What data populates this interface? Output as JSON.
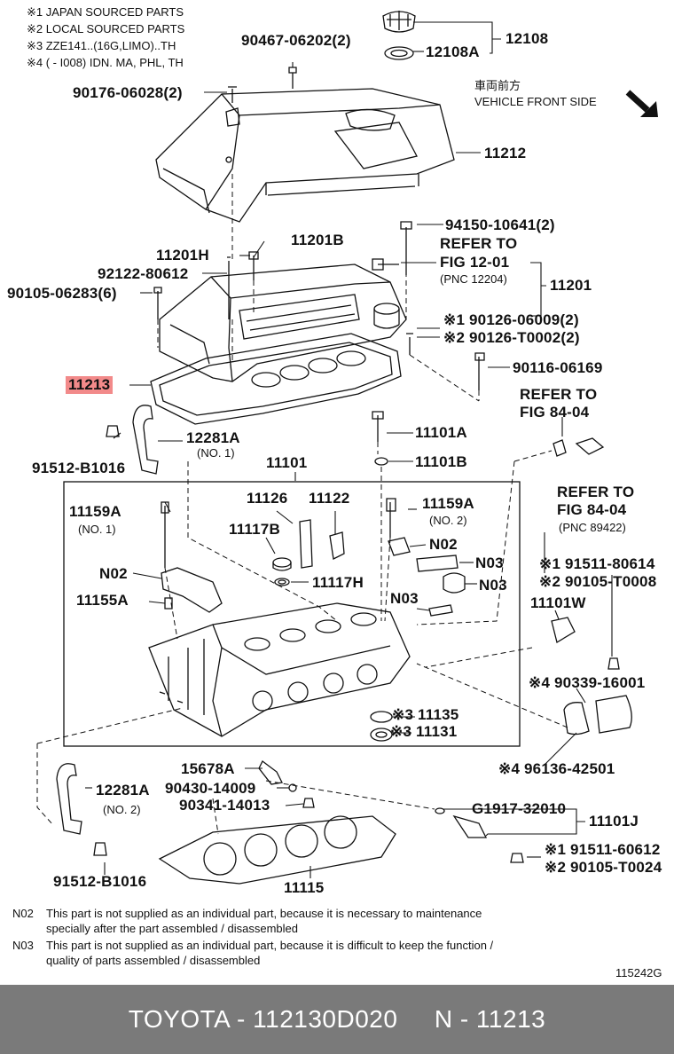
{
  "legend": [
    "※1 JAPAN SOURCED PARTS",
    "※2 LOCAL SOURCED PARTS",
    "※3 ZZE141..(16G,LIMO)..TH",
    "※4 (        -  I008) IDN. MA, PHL, TH"
  ],
  "direction": {
    "jp": "車両前方",
    "en": "VEHICLE FRONT SIDE"
  },
  "labels": {
    "l12108": "12108",
    "l12108A": "12108A",
    "l90467": "90467-06202(2)",
    "l90176": "90176-06028(2)",
    "l11212": "11212",
    "l94150": "94150-10641(2)",
    "refer_a1": "REFER TO",
    "refer_a2": "FIG 12-01",
    "refer_a3": "(PNC 12204)",
    "l11201": "11201",
    "l11201H": "11201H",
    "l11201B": "11201B",
    "l92122": "92122-80612",
    "l90105": "90105-06283(6)",
    "l90126a": "※1 90126-06009(2)",
    "l90126b": "※2 90126-T0002(2)",
    "l90116": "90116-06169",
    "l11213": "11213",
    "refer_b1": "REFER TO",
    "refer_b2": "FIG 84-04",
    "l91512a": "91512-B1016",
    "l12281A_1": "12281A",
    "l12281A_1n": "(NO. 1)",
    "l11101A": "11101A",
    "l11101B": "11101B",
    "l11101": "11101",
    "refer_c1": "REFER TO",
    "refer_c2": "FIG 84-04",
    "refer_c3": "(PNC 89422)",
    "l11126": "11126",
    "l11122": "11122",
    "l11159A_1": "11159A",
    "l11159A_1n": "(NO. 1)",
    "l11159A_2": "11159A",
    "l11159A_2n": "(NO. 2)",
    "l11117B": "11117B",
    "lN02a": "N02",
    "lN03a": "N03",
    "lN03b": "N03",
    "lN02b": "N02",
    "l11117H": "11117H",
    "l91511a": "※1 91511-80614",
    "l90105T8": "※2 90105-T0008",
    "l11155A": "11155A",
    "lN03c": "N03",
    "l11101W": "11101W",
    "l90339": "※4 90339-16001",
    "l11135": "※3 11135",
    "l11131": "※3 11131",
    "l96136": "※4 96136-42501",
    "l15678A": "15678A",
    "l12281A_2": "12281A",
    "l12281A_2n": "(NO. 2)",
    "l90430": "90430-14009",
    "l90341": "90341-14013",
    "lG1917": "G1917-32010",
    "l11101J": "11101J",
    "l91511b": "※1 91511-60612",
    "l90105T24": "※2 90105-T0024",
    "l91512b": "91512-B1016",
    "l11115": "11115"
  },
  "notes": [
    {
      "code": "N02",
      "line1": "This part is not supplied as an individual part, because it is necessary to maintenance",
      "line2": "specially after the part assembled / disassembled"
    },
    {
      "code": "N03",
      "line1": "This part is not supplied as an individual part, because it is difficult to keep the function /",
      "line2": "quality of parts  assembled / disassembled"
    }
  ],
  "figure_id": "115242G",
  "footer": "TOYOTA - 112130D020     N - 11213",
  "colors": {
    "highlight": "#f28a8a",
    "footer_bg": "#7a7a7a",
    "footer_text": "#ffffff"
  }
}
